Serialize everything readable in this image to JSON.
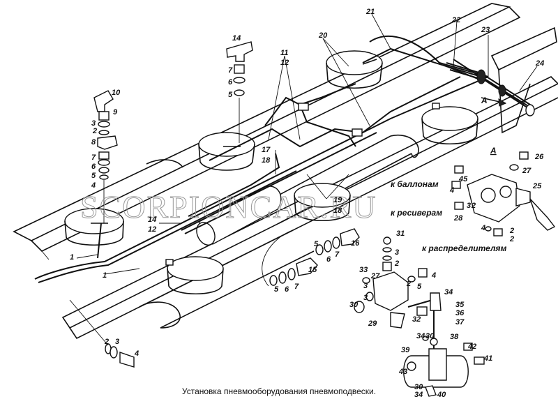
{
  "caption": "Установка пневмооборудования пневмоподвески.",
  "watermark": "SCORPIONCAR.RU",
  "view_label": "А",
  "view_arrow_label": "А",
  "annotations": {
    "to_cylinders": "к баллонам",
    "to_receiver": "к ресиверам",
    "to_distributors": "к распределителям"
  },
  "callouts": [
    "1",
    "1",
    "2",
    "3",
    "4",
    "5",
    "6",
    "7",
    "8",
    "9",
    "10",
    "14",
    "7",
    "6",
    "5",
    "11",
    "12",
    "20",
    "21",
    "22",
    "23",
    "24",
    "17",
    "18",
    "19",
    "18",
    "14",
    "12",
    "2",
    "3",
    "4",
    "5",
    "6",
    "7",
    "15",
    "5",
    "6",
    "7",
    "16",
    "31",
    "3",
    "2",
    "33",
    "27",
    "3",
    "3",
    "2",
    "5",
    "4",
    "34",
    "35",
    "36",
    "37",
    "30",
    "29",
    "32",
    "38",
    "34",
    "30",
    "39",
    "42",
    "41",
    "43",
    "30",
    "34",
    "40",
    "26",
    "27",
    "25",
    "45",
    "4",
    "2",
    "3",
    "28",
    "2",
    "4",
    "2"
  ]
}
